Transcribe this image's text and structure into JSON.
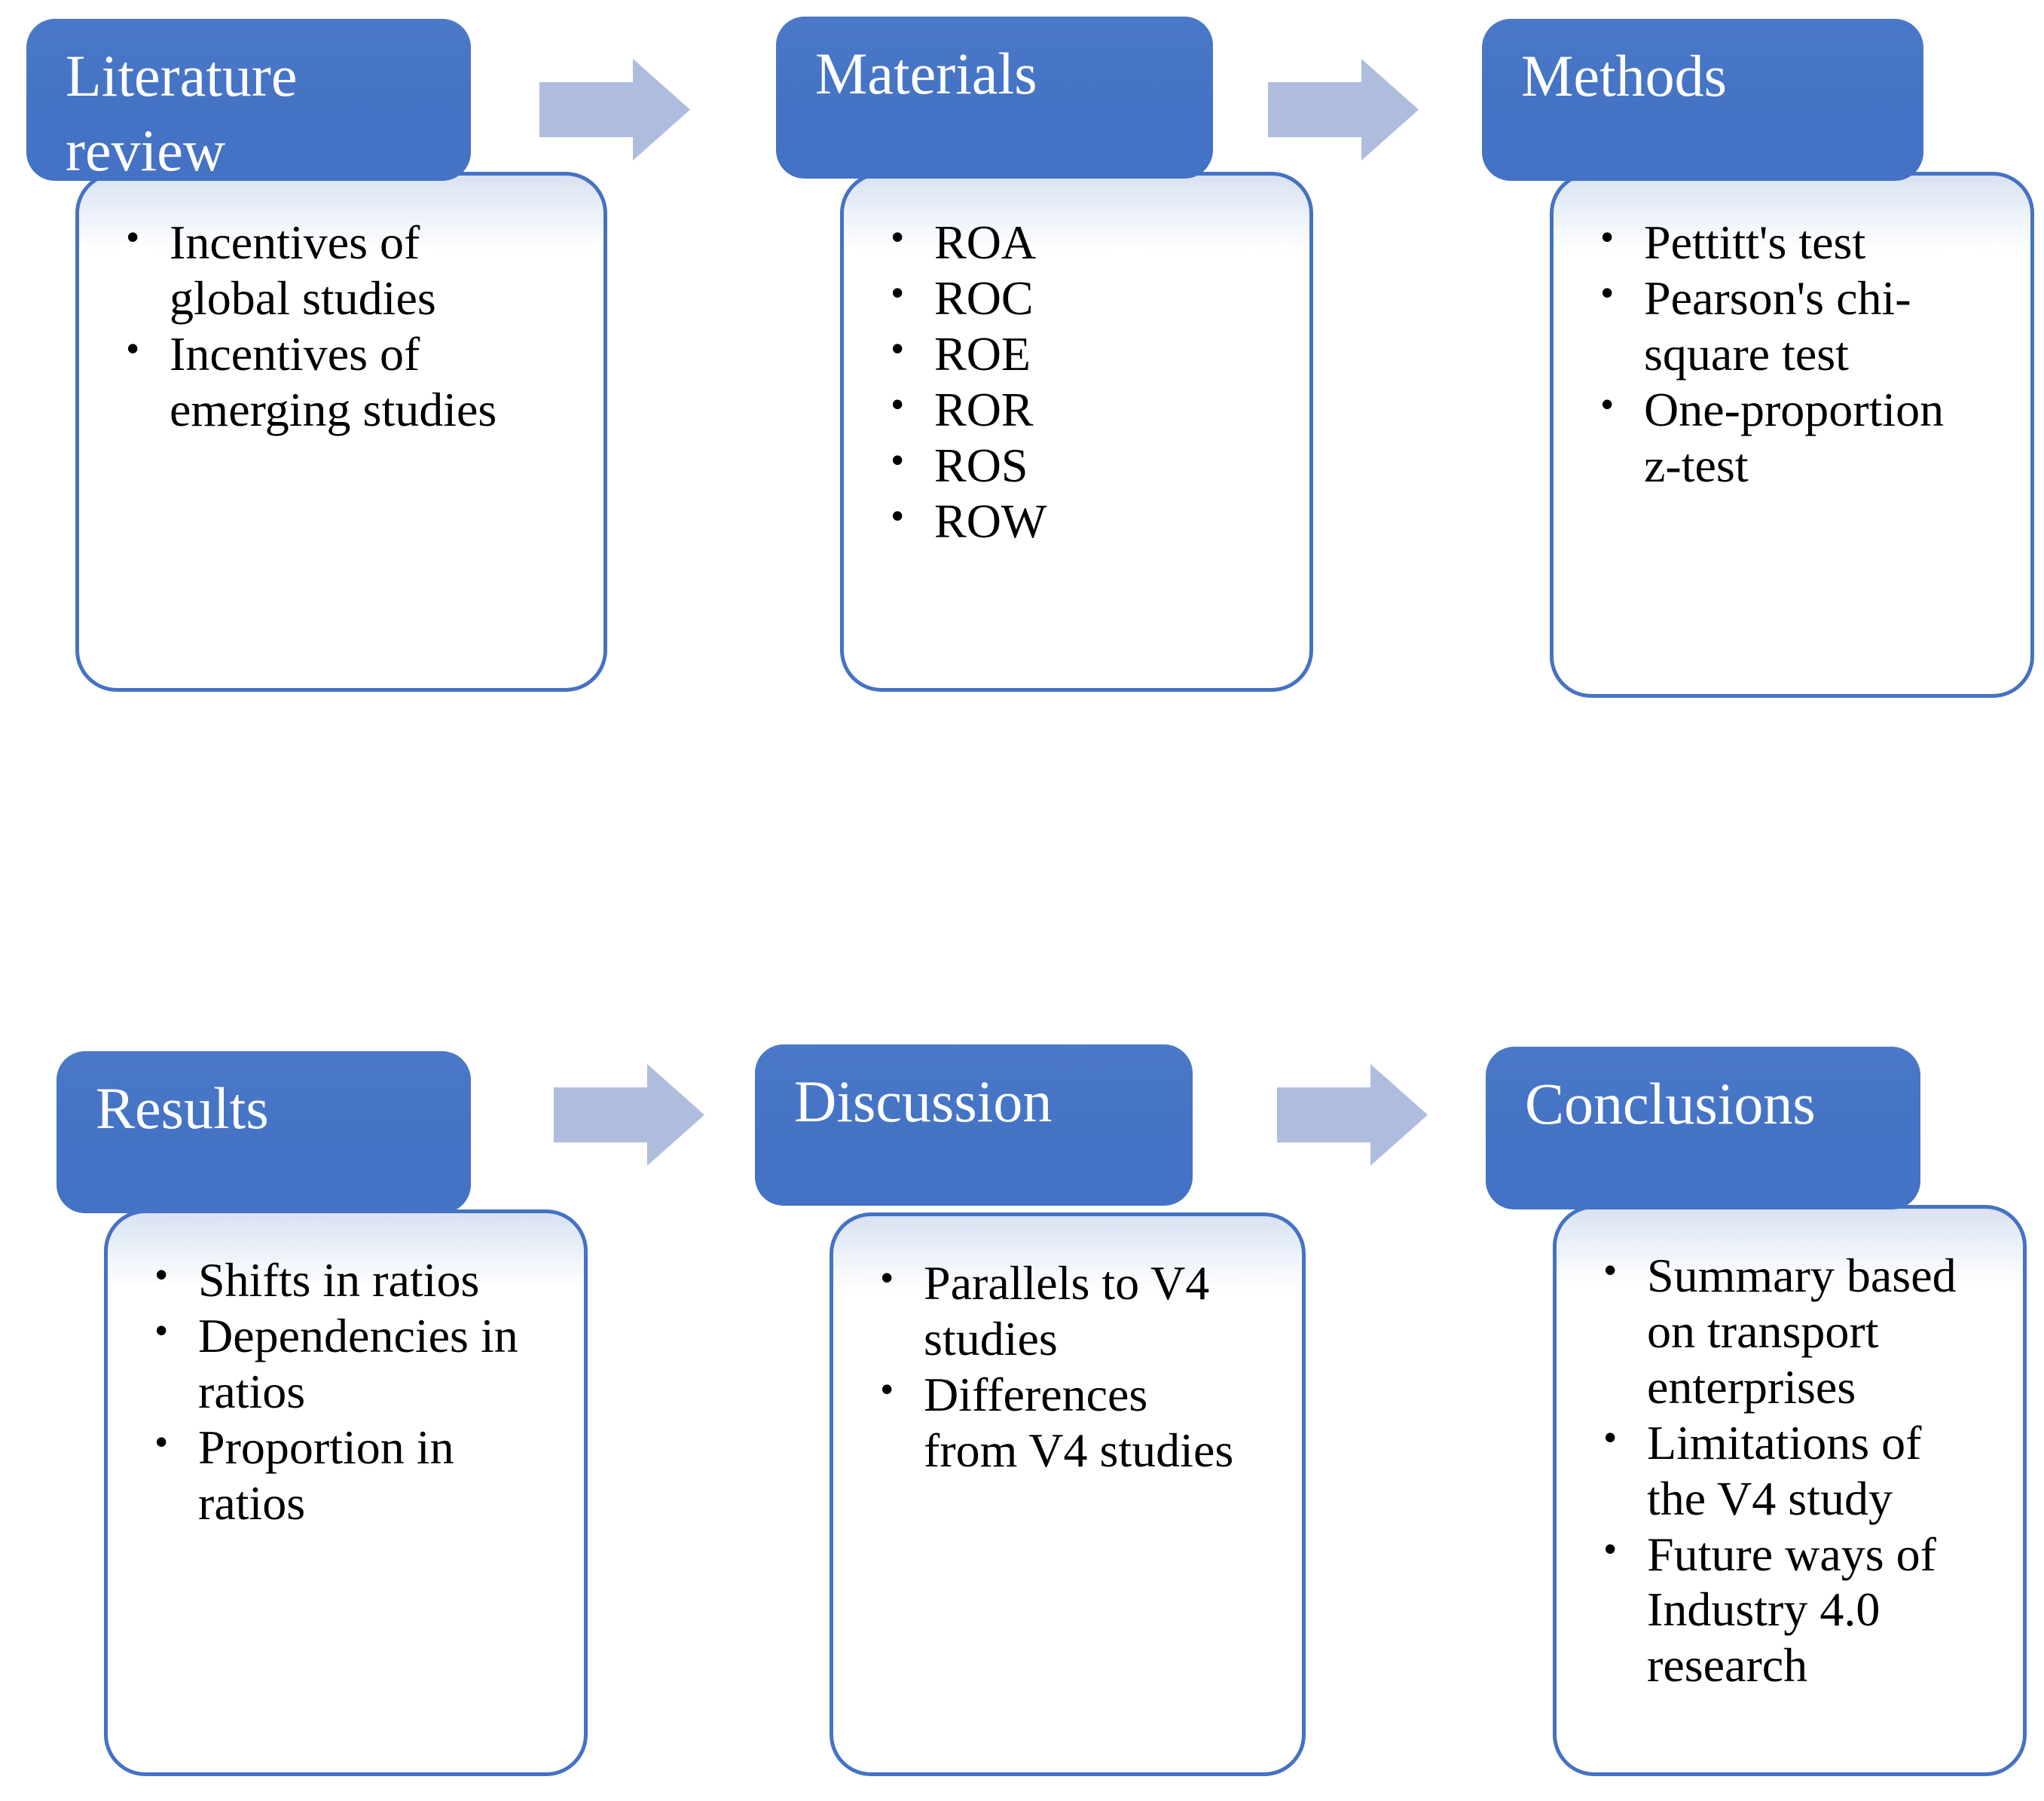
{
  "colors": {
    "header_blue": "#4472c4",
    "body_border": "#4472c4",
    "body_tint": "#d9e2f3",
    "arrow_fill": "#aebcde",
    "title_text": "#ffffff",
    "bullet_text": "#000000",
    "background": "#ffffff"
  },
  "stages": [
    {
      "title": "Literature review",
      "bullets": [
        "Incentives of global studies",
        "Incentives of emerging studies"
      ]
    },
    {
      "title": "Materials",
      "bullets": [
        "ROA",
        "ROC",
        "ROE",
        "ROR",
        "ROS",
        "ROW"
      ]
    },
    {
      "title": "Methods",
      "bullets": [
        "Pettitt's test",
        "Pearson's chi-square test",
        "One-proportion z-test"
      ]
    },
    {
      "title": "Results",
      "bullets": [
        "Shifts in ratios",
        "Dependencies in ratios",
        "Proportion in ratios"
      ]
    },
    {
      "title": "Discussion",
      "bullets": [
        "Parallels to V4 studies",
        "Differences from V4 studies"
      ]
    },
    {
      "title": "Conclusions",
      "bullets": [
        "Summary based on transport enterprises",
        "Limitations of the V4 study",
        "Future ways of Industry 4.0 research"
      ]
    }
  ]
}
